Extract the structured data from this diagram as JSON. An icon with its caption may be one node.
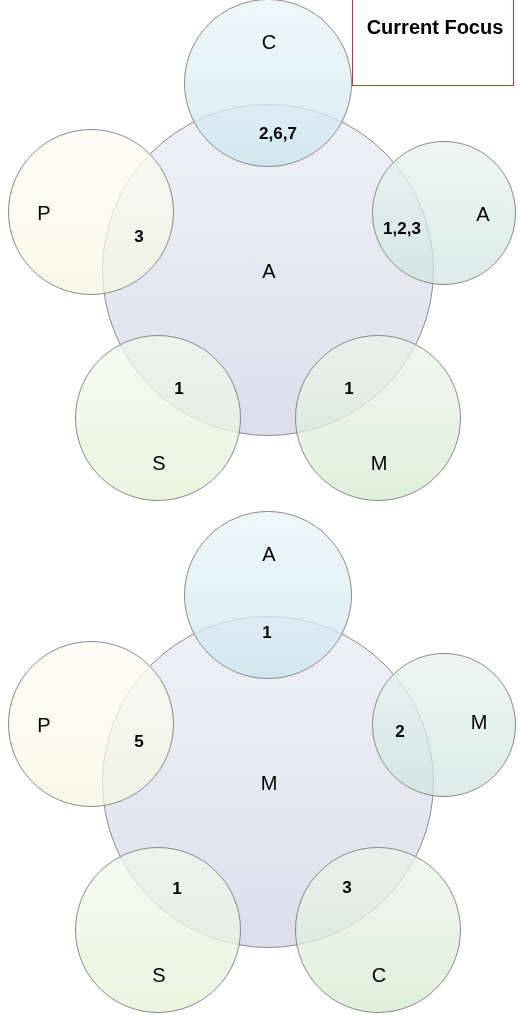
{
  "diagram": {
    "nodes": [
      {
        "text": [
          "C"
        ]
      },
      {
        "text": [
          "Current Focus"
        ]
      },
      {
        "text": [
          "P"
        ]
      },
      {
        "text": [
          "A"
        ]
      },
      {
        "text": [
          "A"
        ]
      },
      {
        "text": [
          "S"
        ]
      },
      {
        "text": [
          "M"
        ]
      },
      {
        "text": [
          "A"
        ]
      },
      {
        "text": [
          "P"
        ]
      },
      {
        "text": [
          "M"
        ]
      },
      {
        "text": [
          "M"
        ]
      },
      {
        "text": [
          "S"
        ]
      },
      {
        "text": [
          "C"
        ]
      }
    ],
    "labels": [
      "2,6,7",
      "3",
      "1,2,3",
      "1",
      "1",
      "1",
      "5",
      "2",
      "1",
      "3"
    ]
  }
}
